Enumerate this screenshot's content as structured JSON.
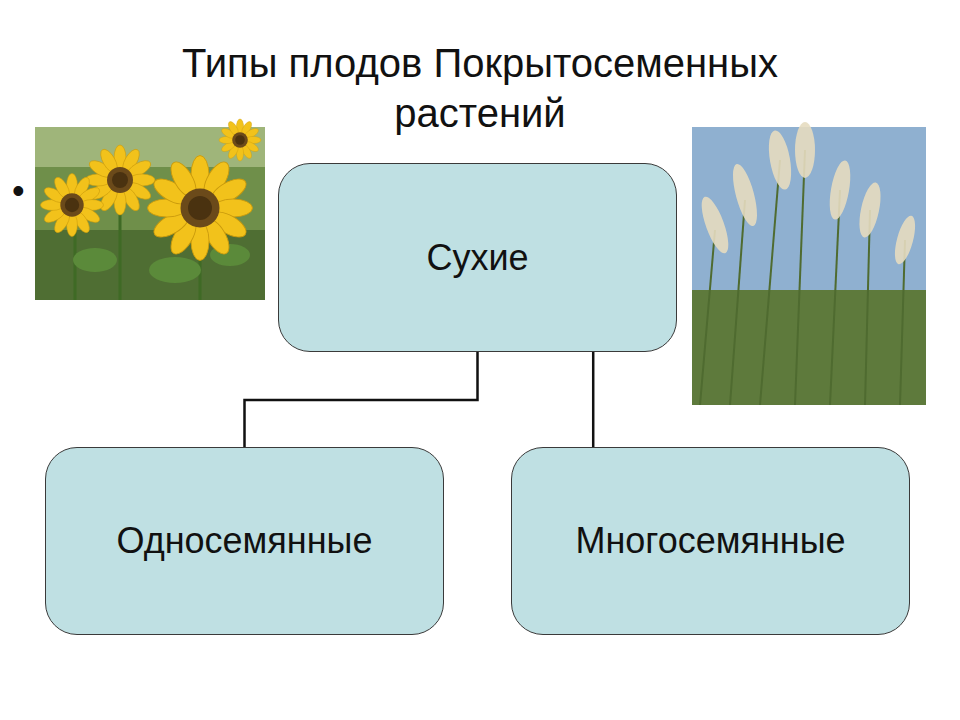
{
  "diagram": {
    "title": "Типы плодов Покрытосеменных растений",
    "nodes": [
      {
        "text": [
          "Сухие"
        ]
      },
      {
        "text": [
          "Односемянные"
        ]
      },
      {
        "text": [
          "Многосемянные"
        ]
      }
    ],
    "edges": [
      {
        "from": 0,
        "to": 1,
        "arrow": "none"
      },
      {
        "from": 0,
        "to": 2,
        "arrow": "none"
      }
    ],
    "labels": [
      "•"
    ]
  }
}
